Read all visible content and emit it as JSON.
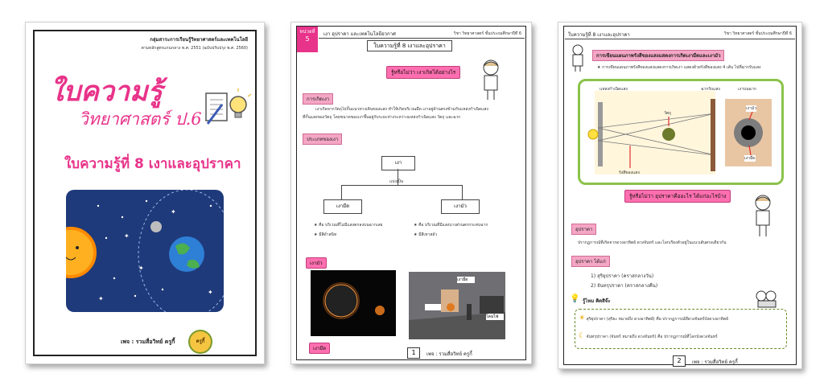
{
  "cover": {
    "header_line1": "กลุ่มสาระการเรียนรู้วิทยาศาสตร์และเทคโนโลยี",
    "header_line2": "ตามหลักสูตรแกนกลาง พ.ศ. 2551 (ฉบับปรับปรุง พ.ศ. 2560)",
    "title_main": "ใบความรู้",
    "title_sub": "วิทยาศาสตร์ ป.6",
    "sheet_title": "ใบความรู้ที่ 8 เงาและอุปราคา",
    "author": "เพจ : รวมสื่อวิทย์ ครูกี้",
    "logo_text": "ครูกี้"
  },
  "page1": {
    "unit_label": "หน่วยที่",
    "unit_number": "5",
    "header_title": "เงา อุปราคา และเทคโนโลยีอวกาศ",
    "header_right": "วิชา วิทยาศาสตร์ ชั้นประถมศึกษาปีที่ 6",
    "sheet_title": "ใบความรู้ที่ 8 เงาและอุปราคา",
    "speech": "รู้หรือไม่ว่า เงาเกิดได้อย่างไร",
    "section1": "การเกิดเงา",
    "para1": "เงาเกิดจากวัตถุไปกั้นแนวทางเดินของแสง ทำให้เกิดบริเวณมืด เงาอยู่ด้านตรงข้ามกับแหล่งกำเนิดแสง",
    "para2": "ที่กั้นแสงของวัตถุ โดยขนาดของเงาขึ้นอยู่กับระยะห่างระหว่างแหล่งกำเนิดแสง วัตถุ และฉาก",
    "section2": "ประเภทของเงา",
    "tree_root": "เงา",
    "tree_branch": "แบ่งเป็น",
    "tree_left": "เงามืด",
    "tree_right": "เงามัว",
    "left_b1": "คือ บริเวณที่ไม่มีแสงตกลงบนฉากเลย",
    "left_b2": "มีสีดำสนิท",
    "right_b1": "คือ บริเวณที่มีแสงบางส่วนตกกระทบฉาก",
    "right_b2": "มีสีเทาสลัว",
    "photo_label_top": "เงามัว",
    "photo_label_bottom": "เงามืด",
    "diagram_label_a": "เงามืด",
    "diagram_label_b": "โคมไฟ",
    "page_number": "1",
    "author": "เพจ : รวมสื่อวิทย์ ครูกี้"
  },
  "page2": {
    "header_title": "ใบความรู้ที่ 8 เงาและอุปราคา",
    "header_right": "วิชา วิทยาศาสตร์ ชั้นประถมศึกษาปีที่ 6",
    "section1": "การเขียนแผนภาพรังสีของแสงแสดงการเกิดเงามืดและเงามัว",
    "bullet1": "การเขียนแผนภาพรังสีของแสงแสดงการเกิดเงา แสดงด้วยรังสีของแสง 4 เส้น ไปที่ฉากรับแสง",
    "diag_source": "แหล่งกำเนิดแสง",
    "diag_object": "วัตถุ",
    "diag_screen": "ฉากรับแสง",
    "diag_shadow": "เงาบนฉาก",
    "diag_umbra": "เงามัว",
    "diag_penumbra": "เงามืด",
    "diag_ray": "รังสีของแสง",
    "speech": "รู้หรือไม่ว่า อุปราคาคืออะไร ได้แก่อะไรบ้าง",
    "section2": "อุปราคา",
    "para": "ปรากฏการณ์ที่เกิดจากดวงอาทิตย์ ดวงจันทร์ และโลกเรียงตัวอยู่ในแนวเส้นตรงเดียวกัน",
    "section3": "อุปราคา ได้แก่",
    "list": [
      "1) สุริยุปราคา (คราสกลางวัน)",
      "2) จันทรุปราคา (คราสกลางคืน)"
    ],
    "tip_label": "รู้ไหม คิดสิจ๊ะ",
    "tip1": "สุริยุปราคา (สุริยะ หมายถึง ดวงอาทิตย์) คือ ปรากฏการณ์ที่ดวงจันทร์บังดวงอาทิตย์",
    "tip2": "จันทรุปราคา (จันทร์ หมายถึง ดวงจันทร์) คือ ปรากฏการณ์ที่โลกบังดวงจันทร์",
    "page_number": "2",
    "author": "เพจ : รวมสื่อวิทย์ ครูกี้"
  },
  "colors": {
    "pink_title": "#e8338a",
    "pink_box": "#f4a6c4",
    "pink_button": "#ff6fb0",
    "space": "#1f3a7a",
    "green_frame": "#8bc34a"
  }
}
